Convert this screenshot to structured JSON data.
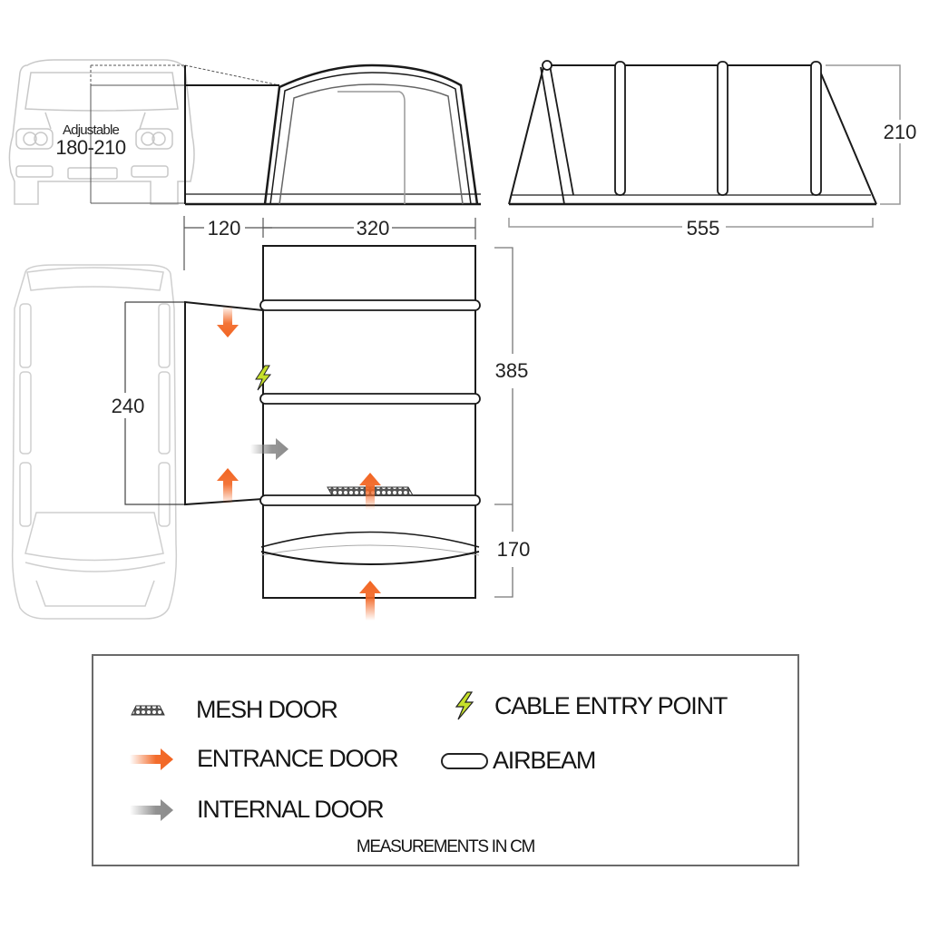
{
  "diagram": {
    "type": "drive-away awning floor plan and elevations",
    "front_view": {
      "adjustable_label": "Adjustable",
      "adjustable_range": "180-210",
      "dim_connector_width": "120",
      "dim_main_width": "320"
    },
    "side_view": {
      "dim_length": "555",
      "dim_height": "210"
    },
    "plan_view": {
      "dim_connector_depth": "240",
      "dim_main_depth": "385",
      "dim_porch_depth": "170"
    }
  },
  "legend": {
    "items": [
      {
        "icon": "mesh-door-icon",
        "label": "MESH DOOR"
      },
      {
        "icon": "cable-entry-icon",
        "label": "CABLE ENTRY POINT"
      },
      {
        "icon": "entrance-door-arrow-icon",
        "label": "ENTRANCE DOOR"
      },
      {
        "icon": "airbeam-icon",
        "label": "AIRBEAM"
      },
      {
        "icon": "internal-door-arrow-icon",
        "label": "INTERNAL DOOR"
      }
    ],
    "note": "MEASUREMENTS IN CM"
  },
  "colors": {
    "entrance_arrow": "#f26522",
    "internal_arrow": "#8c8c8c",
    "cable_bolt": "#c6e02a",
    "outline": "#1a1a1a",
    "vehicle_outline": "#c8c8c8",
    "dimension_line": "#8a8a8a"
  }
}
